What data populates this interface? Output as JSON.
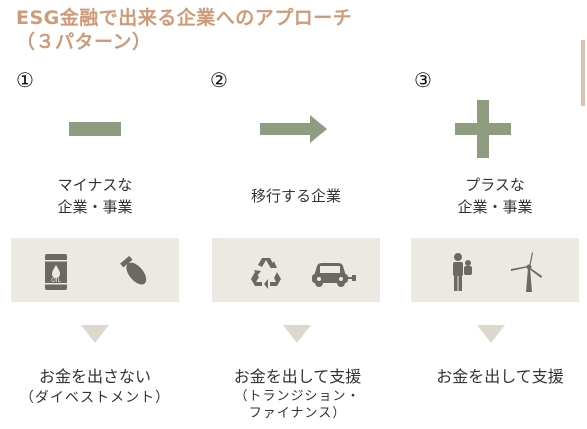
{
  "title": {
    "line1": "ESG金融で出来る企業へのアプローチ",
    "line2": "（３パターン）"
  },
  "colors": {
    "title": "#cf9a78",
    "symbol": "#8e9c80",
    "panel_bg": "#ece9e2",
    "icon": "#6a6a62",
    "triangle": "#ddd7cc"
  },
  "patterns": [
    {
      "number": "①",
      "symbol_icon": "minus-icon",
      "label_lines": [
        "マイナスな",
        "企業・事業"
      ],
      "icons": [
        "oil-barrel-icon",
        "bomb-icon"
      ],
      "result_main": "お金を出さない",
      "result_sub_lines": [
        "（ダイベストメント）"
      ]
    },
    {
      "number": "②",
      "symbol_icon": "arrow-right-icon",
      "label_lines": [
        "移行する企業"
      ],
      "icons": [
        "recycle-icon",
        "electric-car-icon"
      ],
      "result_main": "お金を出して支援",
      "result_sub_lines": [
        "（トランジション・",
        "ファイナンス）"
      ]
    },
    {
      "number": "③",
      "symbol_icon": "plus-icon",
      "label_lines": [
        "プラスな",
        "企業・事業"
      ],
      "icons": [
        "parent-child-icon",
        "wind-turbine-icon"
      ],
      "result_main": "お金を出して支援",
      "result_sub_lines": []
    }
  ]
}
